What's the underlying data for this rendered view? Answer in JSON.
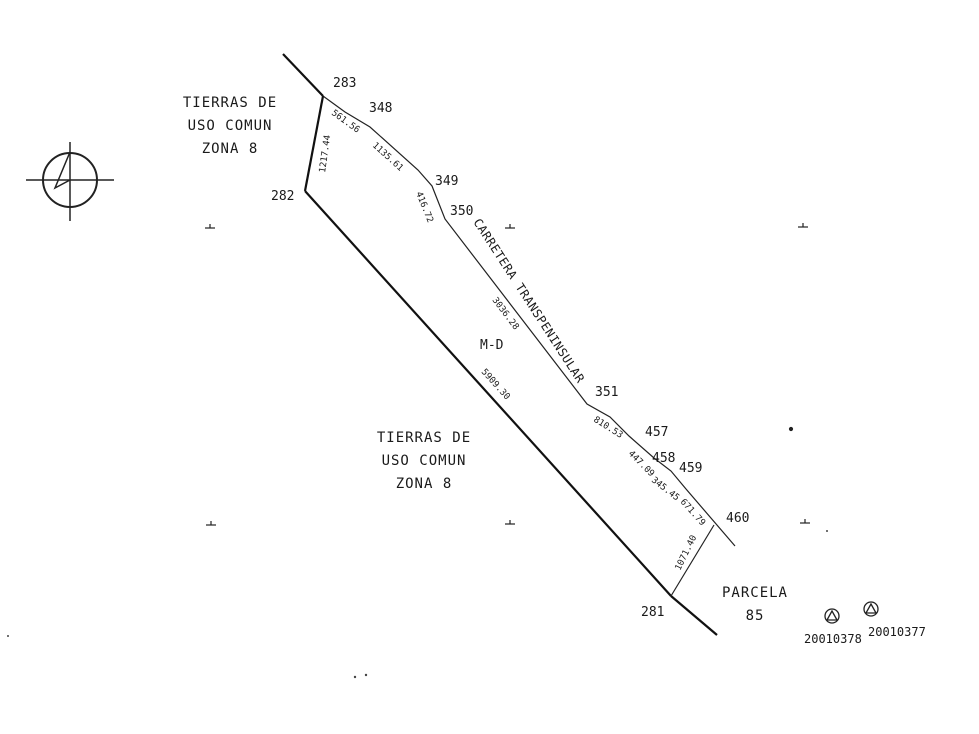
{
  "areas": {
    "tierras_top": {
      "lines": [
        "TIERRAS DE",
        "USO COMUN",
        "ZONA 8"
      ]
    },
    "tierras_mid": {
      "lines": [
        "TIERRAS DE",
        "USO COMUN",
        "ZONA 8"
      ]
    },
    "parcela": {
      "lines": [
        "PARCELA",
        "85"
      ]
    }
  },
  "road_label": "CARRETERA TRANSPENINSULAR",
  "polygon_label": "M-D",
  "vertices": {
    "v283": "283",
    "v348": "348",
    "v349": "349",
    "v350": "350",
    "v351": "351",
    "v457": "457",
    "v458": "458",
    "v459": "459",
    "v460": "460",
    "v281": "281",
    "v282": "282"
  },
  "distances": {
    "d1": "561.56",
    "d2": "1135.61",
    "d3": "416.72",
    "d4": "3036.28",
    "d5": "810.53",
    "d6": "447.09",
    "d7": "345.45",
    "d8": "671.79",
    "d9": "1071.40",
    "d10": "5909.30",
    "d11": "1217.44"
  },
  "benchmarks": {
    "b1": "20010378",
    "b2": "20010377"
  },
  "icons": {
    "north": "north-arrow-icon",
    "benchmark": "benchmark-triangle-icon"
  }
}
